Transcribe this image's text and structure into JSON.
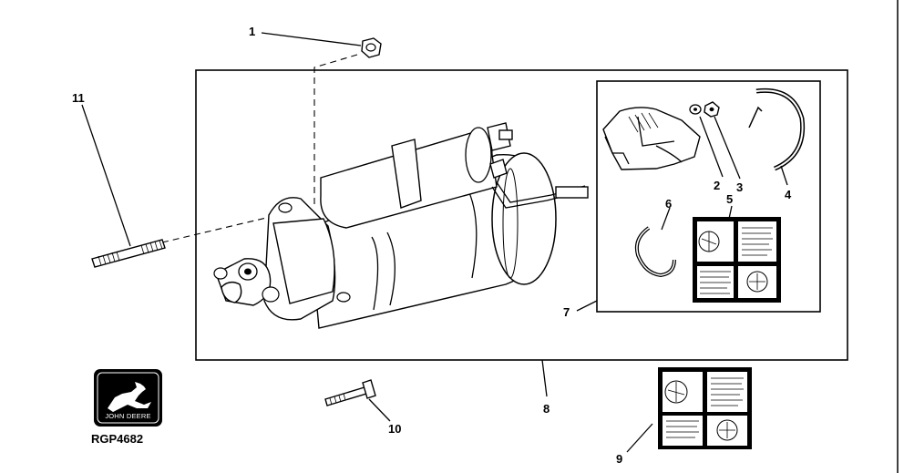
{
  "diagram": {
    "callouts": [
      {
        "id": "1",
        "label": "1"
      },
      {
        "id": "2",
        "label": "2"
      },
      {
        "id": "3",
        "label": "3"
      },
      {
        "id": "4",
        "label": "4"
      },
      {
        "id": "5",
        "label": "5"
      },
      {
        "id": "6",
        "label": "6"
      },
      {
        "id": "7",
        "label": "7"
      },
      {
        "id": "8",
        "label": "8"
      },
      {
        "id": "9",
        "label": "9"
      },
      {
        "id": "10",
        "label": "10"
      },
      {
        "id": "11",
        "label": "11"
      }
    ],
    "logo": {
      "brand": "JOHN DEERE"
    },
    "figure_ref": "RGP4682"
  }
}
